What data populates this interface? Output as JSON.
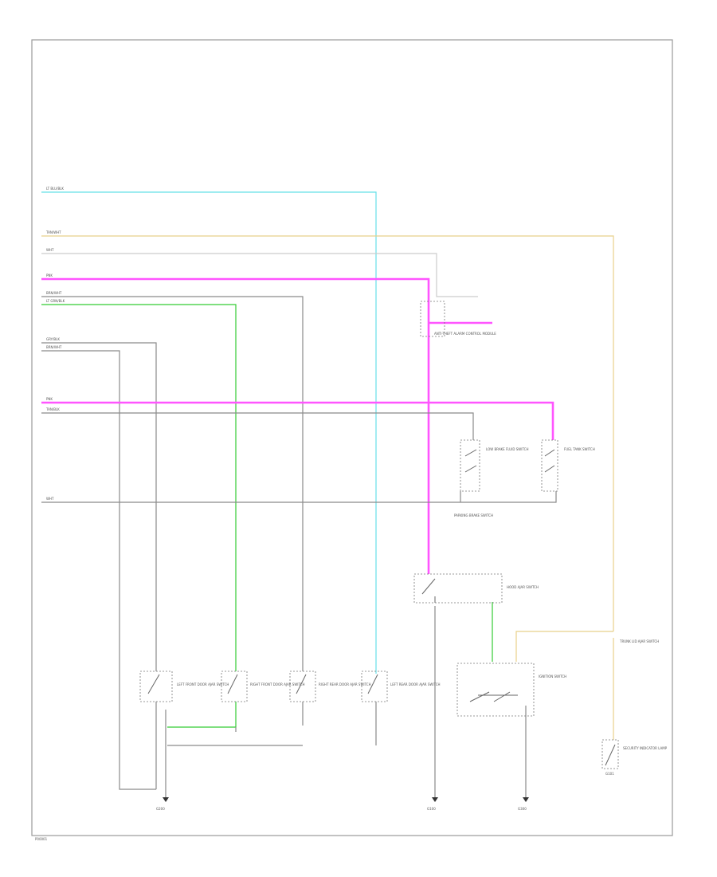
{
  "colors": {
    "cyan_wire": "#66e0e8",
    "magenta_wire": "#ff55ff",
    "green_wire": "#33cc33",
    "tan_wire": "#e8d08a",
    "gray_wire": "#8a8a8a",
    "light_wire": "#cccccc",
    "frame": "#9a9a9a"
  },
  "labels": {
    "wire_1": "LT BLU/BLK",
    "wire_2": "TAN/WHT",
    "wire_3": "WHT",
    "wire_4": "PNK",
    "wire_5": "BRN/WHT",
    "wire_6": "LT GRN/BLK",
    "wire_7": "GRY/BLK",
    "wire_8": "BRN/WHT",
    "wire_9": "PNK",
    "wire_10": "TAN/BLK",
    "wire_11": "WHT",
    "comp_a": "ANTI-THEFT ALARM CONTROL MODULE",
    "comp_b": "LOW BRAKE FLUID SWITCH",
    "comp_c": "FUEL TANK SWITCH",
    "comp_d": "PARKING BRAKE SWITCH",
    "comp_e": "HOOD AJAR SWITCH",
    "comp_f": "LEFT FRONT DOOR AJAR SWITCH",
    "comp_g": "RIGHT FRONT DOOR AJAR SWITCH",
    "comp_h": "RIGHT REAR DOOR AJAR SWITCH",
    "comp_i": "LEFT REAR DOOR AJAR SWITCH",
    "comp_j": "IGNITION SWITCH",
    "comp_k": "TRUNK LID AJAR SWITCH",
    "comp_l": "SECURITY INDICATOR LAMP",
    "gnd_1": "G200",
    "gnd_2": "G100",
    "gnd_3": "G300",
    "gnd_4": "G101",
    "footer": "P00001"
  }
}
